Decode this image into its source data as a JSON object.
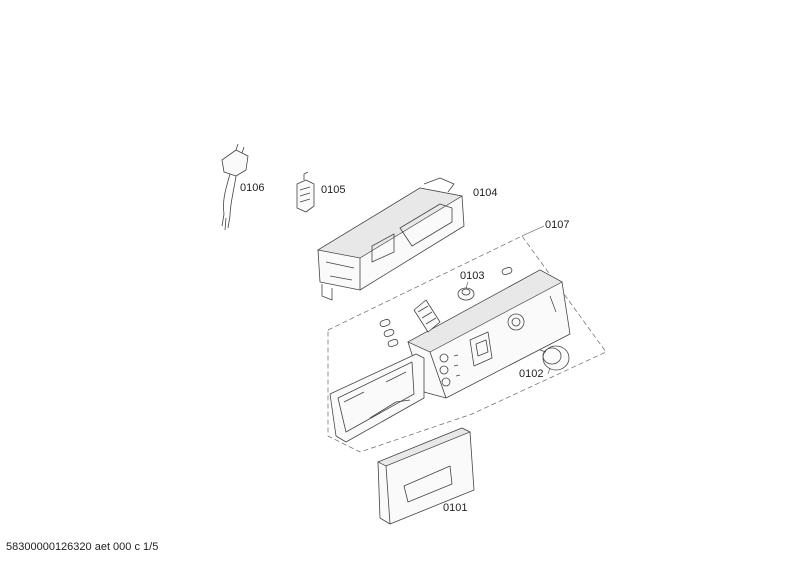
{
  "parts": [
    {
      "id": "0106",
      "label": "0106"
    },
    {
      "id": "0105",
      "label": "0105"
    },
    {
      "id": "0104",
      "label": "0104"
    },
    {
      "id": "0107",
      "label": "0107"
    },
    {
      "id": "0103",
      "label": "0103"
    },
    {
      "id": "0102",
      "label": "0102"
    },
    {
      "id": "0101",
      "label": "0101"
    }
  ],
  "footer": {
    "text": "58300000126320 aet 000 c 1/5"
  }
}
